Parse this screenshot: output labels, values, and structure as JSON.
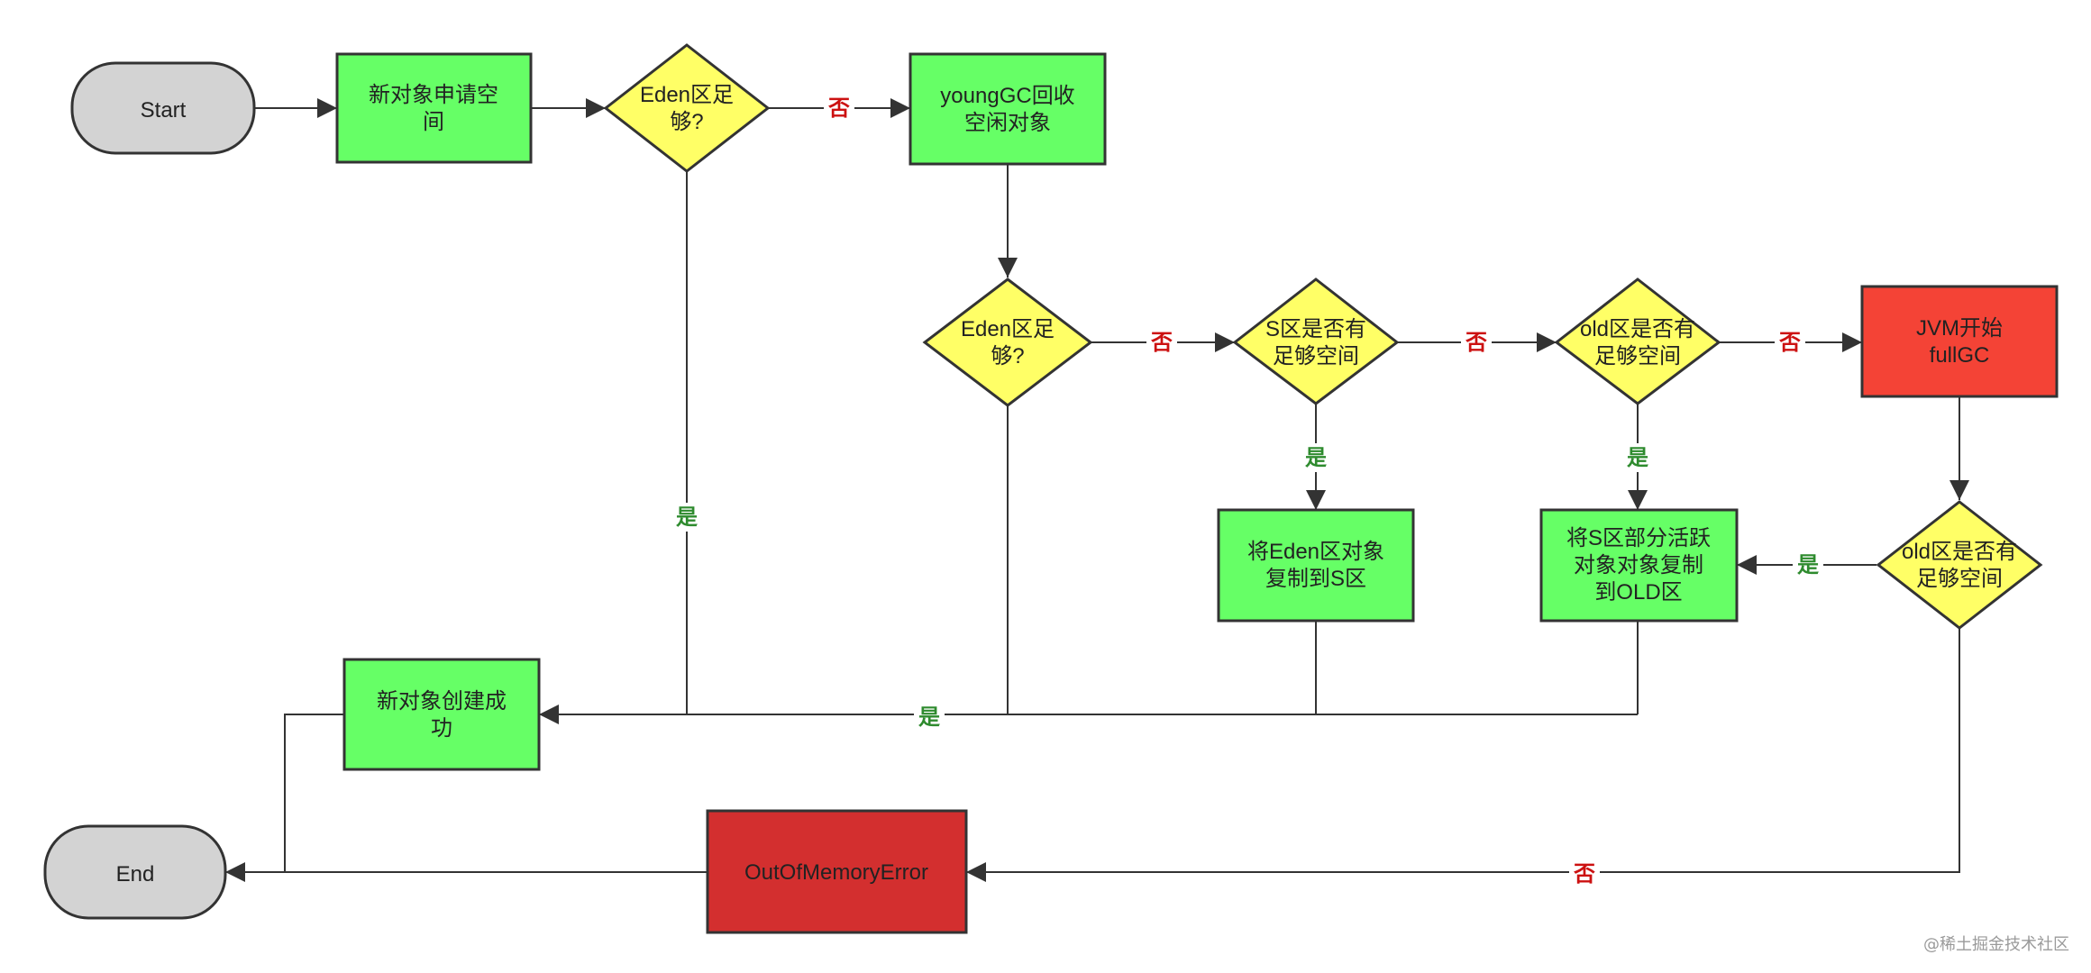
{
  "colors": {
    "terminal": "#d3d3d3",
    "process": "#66ff66",
    "decision": "#ffff66",
    "full_gc": "#f44336",
    "error": "#d32f2f",
    "stroke": "#333333",
    "label_no": "#cc1111",
    "label_yes": "#2e8b2e"
  },
  "nodes": {
    "start": {
      "lines": [
        "Start"
      ]
    },
    "new_object_request": {
      "lines": [
        "新对象申请空",
        "间"
      ]
    },
    "eden_check_1": {
      "lines": [
        "Eden区足",
        "够?"
      ]
    },
    "young_gc": {
      "lines": [
        "youngGC回收",
        "空闲对象"
      ]
    },
    "eden_check_2": {
      "lines": [
        "Eden区足",
        "够?"
      ]
    },
    "s_check": {
      "lines": [
        "S区是否有",
        "足够空间"
      ]
    },
    "old_check_1": {
      "lines": [
        "old区是否有",
        "足够空间"
      ]
    },
    "jvm_full_gc": {
      "lines": [
        "JVM开始",
        "fullGC"
      ]
    },
    "copy_eden_to_s": {
      "lines": [
        "将Eden区对象",
        "复制到S区"
      ]
    },
    "copy_s_to_old": {
      "lines": [
        "将S区部分活跃",
        "对象对象复制",
        "到OLD区"
      ]
    },
    "old_check_2": {
      "lines": [
        "old区是否有",
        "足够空间"
      ]
    },
    "new_object_created": {
      "lines": [
        "新对象创建成",
        "功"
      ]
    },
    "end": {
      "lines": [
        "End"
      ]
    },
    "oom_error": {
      "lines": [
        "OutOfMemoryError"
      ]
    }
  },
  "edge_labels": {
    "eden1_no": "否",
    "eden1_yes": "是",
    "eden2_no": "否",
    "s_no": "否",
    "s_yes": "是",
    "old1_no": "否",
    "old1_yes": "是",
    "old2_yes": "是",
    "merge_yes": "是",
    "old2_no": "否"
  },
  "watermark": "@稀土掘金技术社区"
}
